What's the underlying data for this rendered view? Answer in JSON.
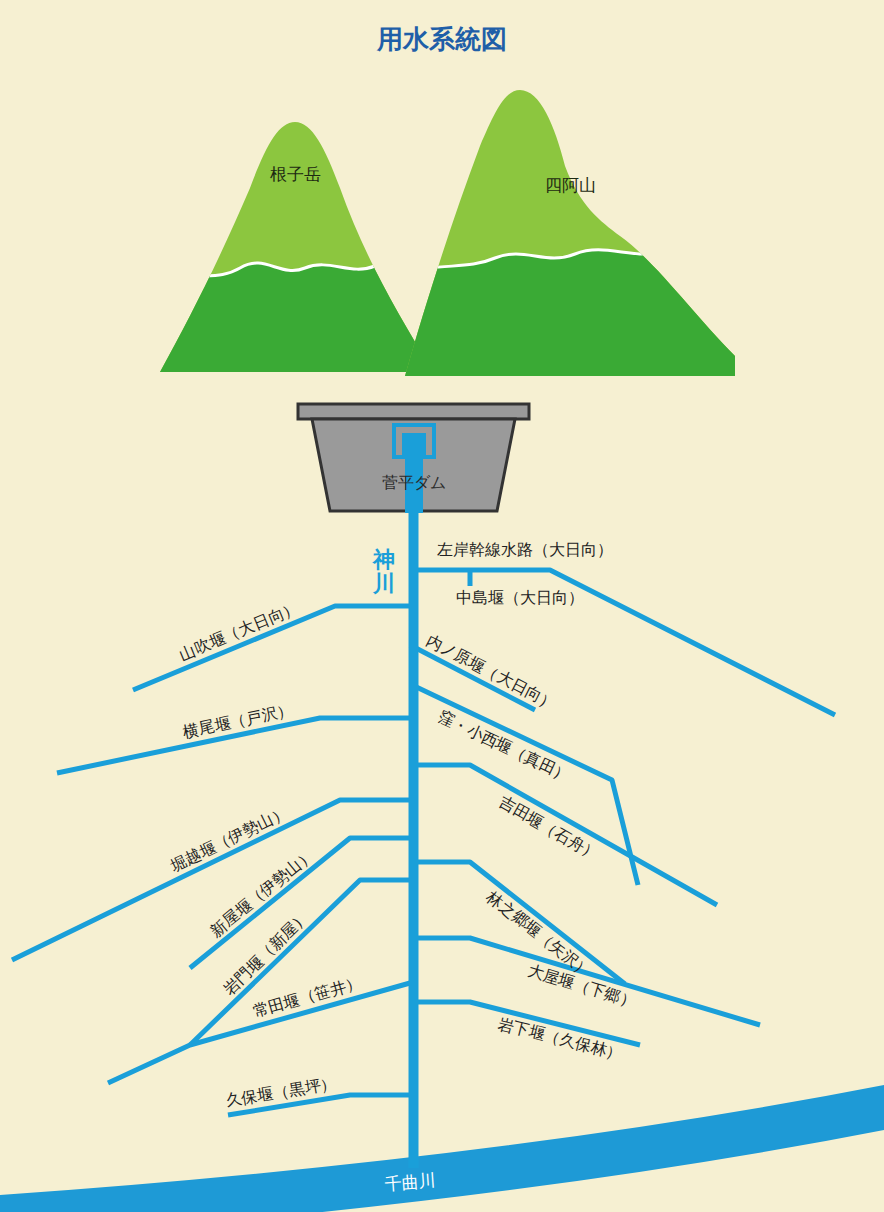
{
  "diagram": {
    "title": "用水系統図",
    "nodes": [
      {
        "text": [
          "根子岳"
        ]
      },
      {
        "text": [
          "四阿山"
        ]
      },
      {
        "text": [
          "菅平ダム"
        ]
      },
      {
        "text": [
          "千曲川"
        ]
      }
    ],
    "edges": [
      {
        "from": 2,
        "to": 3,
        "arrow": "none"
      }
    ],
    "labels": [
      "神川",
      "左岸幹線水路（大日向）",
      "中島堰（大日向）",
      "山吹堰（大日向）",
      "内ノ原堰（大日向）",
      "横尾堰（戸沢）",
      "窪・小西堰（真田）",
      "堀越堰（伊勢山）",
      "吉田堰（石舟）",
      "新屋堰（伊勢山）",
      "岩門堰（新屋）",
      "林之郷堰（矢沢）",
      "常田堰（笹井）",
      "大屋堰（下郷）",
      "岩下堰（久保林）",
      "久保堰（黒坪）"
    ]
  }
}
